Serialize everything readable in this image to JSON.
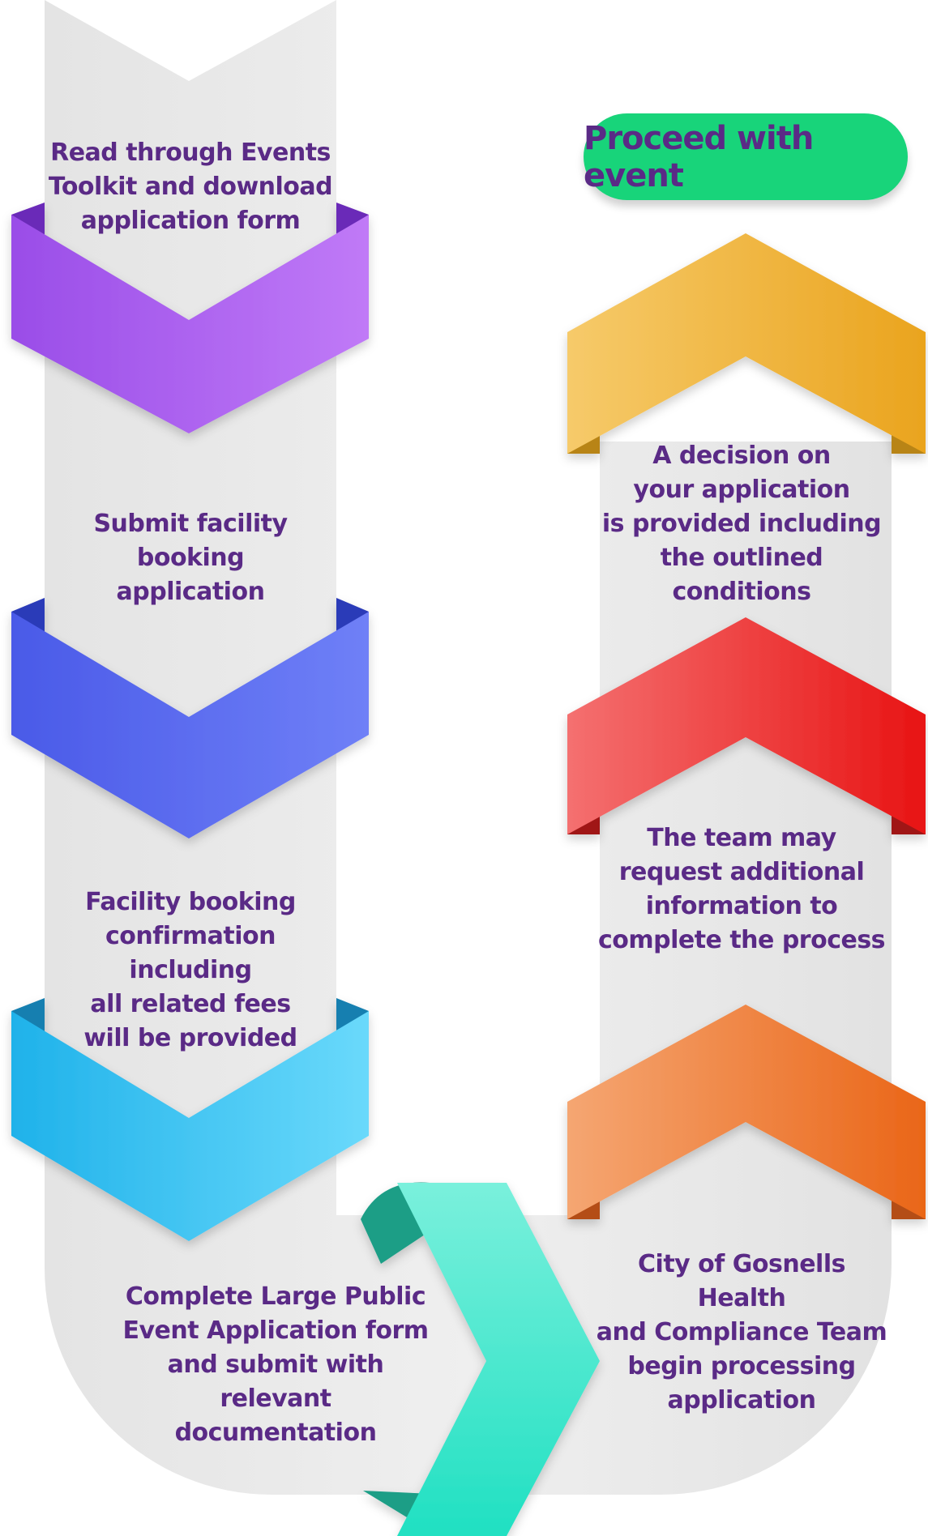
{
  "steps": [
    {
      "id": 1,
      "text": "Read through Events\nToolkit and download\napplication form",
      "color": "#a35cf0"
    },
    {
      "id": 2,
      "text": "Submit facility\nbooking\napplication",
      "color": "#5a6ff0"
    },
    {
      "id": 3,
      "text": "Facility booking\nconfirmation including\nall related fees\nwill be provided",
      "color": "#3ec2f2"
    },
    {
      "id": 4,
      "text": "Complete Large Public\nEvent Application form\nand submit with\nrelevant\ndocumentation",
      "color": "#3ee8cc"
    },
    {
      "id": 5,
      "text": "City of Gosnells Health\nand Compliance Team\nbegin processing\napplication",
      "color": "#ef7c2e"
    },
    {
      "id": 6,
      "text": "The team may\nrequest additional\ninformation to\ncomplete the process",
      "color": "#ef3b3b"
    },
    {
      "id": 7,
      "text": "A decision on\nyour application\nis provided including\nthe outlined conditions",
      "color": "#f0b23a"
    }
  ],
  "final_step": {
    "label": "Proceed with event",
    "color": "#18d47a"
  },
  "text_color": "#5a2a86",
  "track_color": "#e8e8e8"
}
